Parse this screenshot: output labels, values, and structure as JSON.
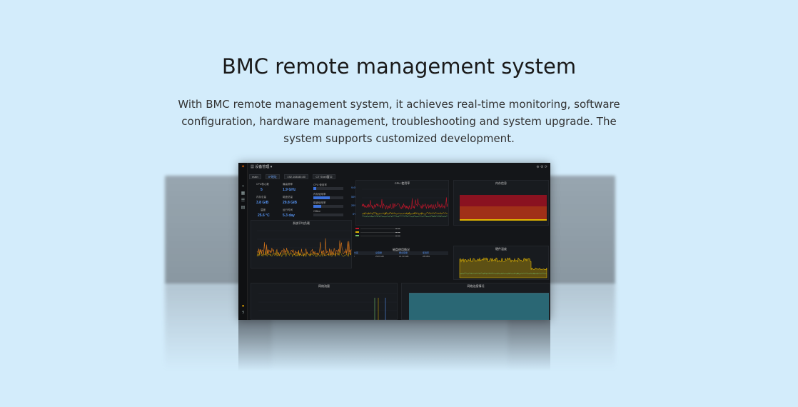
{
  "header": {
    "title": "BMC remote management system",
    "description": "With BMC remote management system, it achieves real-time monitoring, software configuration, hardware management, troubleshooting and system upgrade. The system supports customized development."
  },
  "dashboard": {
    "name": "设备管理",
    "filters": [
      "main",
      "IP地址",
      "192.168.80.80",
      "CT Shell窗口"
    ],
    "stats": [
      {
        "label": "CPU核心数",
        "value": "5"
      },
      {
        "label": "最高频率",
        "value": "1.9 GHz"
      },
      {
        "label": "内存总量",
        "value": "3.8 GiB"
      },
      {
        "label": "磁盘总量",
        "value": "29.8 GiB"
      },
      {
        "label": "温度",
        "value": "25.6 °C"
      },
      {
        "label": "运行时间",
        "value": "5.3 day"
      }
    ],
    "gauges": [
      {
        "label": "CPU 使用率",
        "pct": "9.6%",
        "fill": 0.096
      },
      {
        "label": "内存使用率",
        "pct": "55%",
        "fill": 0.55
      },
      {
        "label": "磁盘使用率",
        "pct": "26%",
        "fill": 0.26
      },
      {
        "label": "Offline",
        "pct": "0%",
        "fill": 0
      }
    ],
    "panels": {
      "cpu": "CPU 使用率",
      "mem": "内存信息",
      "load": "系统平均负载",
      "disk": "磁盘使用情况",
      "temp": "硬件温度",
      "net": "网络流量",
      "netio": "网络连接情况"
    },
    "disk_table": {
      "headers": [
        "分区",
        "总容量",
        "剩余容量",
        "使用率"
      ],
      "row": [
        "/",
        "29.8 GiB",
        "21.33 GiB",
        "28.98%"
      ]
    },
    "colors": {
      "accent": "#5794f2",
      "bg": "#141619",
      "red": "#c4162a",
      "yellow": "#e0b400",
      "green": "#73bf69"
    }
  }
}
